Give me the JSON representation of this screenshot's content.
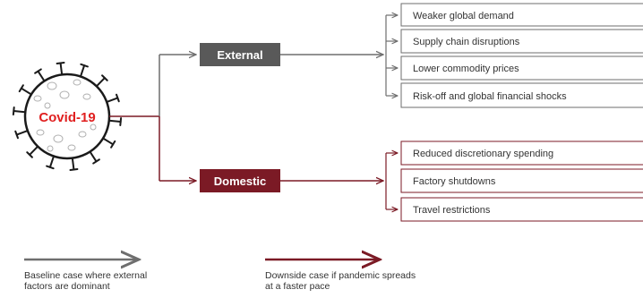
{
  "colors": {
    "gray": "#6e6e6e",
    "dark_gray": "#595959",
    "maroon": "#7b1a25",
    "red_text": "#e02020",
    "box_text": "#333333"
  },
  "center": {
    "label": "Covid-19",
    "icon": "virus-icon"
  },
  "branches": {
    "external": {
      "label": "External",
      "items": [
        "Weaker global demand",
        "Supply chain disruptions",
        "Lower commodity prices",
        "Risk-off and global financial shocks"
      ]
    },
    "domestic": {
      "label": "Domestic",
      "items": [
        "Reduced discretionary spending",
        "Factory shutdowns",
        "Travel restrictions"
      ]
    }
  },
  "legend": {
    "baseline": {
      "line1": "Baseline case where external",
      "line2": "factors are dominant"
    },
    "downside": {
      "line1": "Downside case if pandemic spreads",
      "line2": "at a faster  pace"
    }
  }
}
